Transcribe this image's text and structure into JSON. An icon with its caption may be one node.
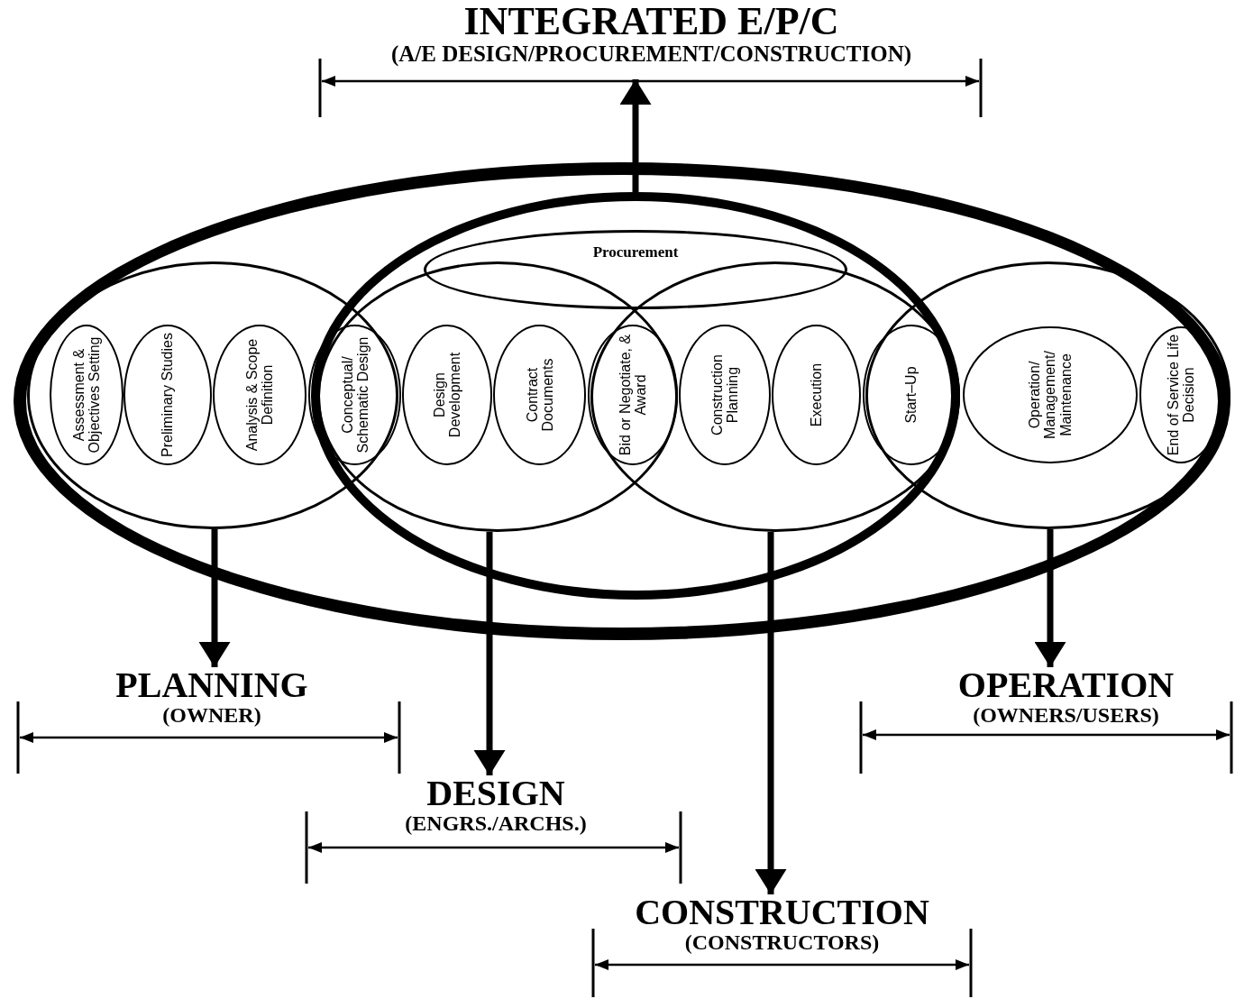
{
  "diagram": {
    "nodes": [
      {
        "text": [],
        "shape": "ellipse"
      },
      {
        "text": [],
        "shape": "ellipse",
        "in": 0
      },
      {
        "text": [
          "Procurement"
        ],
        "in": 1
      },
      {
        "text": [],
        "shape": "ellipse",
        "in": 0
      },
      {
        "text": [],
        "shape": "ellipse",
        "in": 1
      },
      {
        "text": [],
        "shape": "ellipse",
        "in": 1
      },
      {
        "text": [],
        "shape": "ellipse",
        "in": 0
      },
      {
        "text": [
          "Assessment & Objectives Setting"
        ],
        "in": 3
      },
      {
        "text": [
          "Preliminary Studies"
        ],
        "in": 3
      },
      {
        "text": [
          "Analysis & Scope Definition"
        ],
        "in": 3
      },
      {
        "text": [
          "Conceptual/ Schematic Design"
        ]
      },
      {
        "text": [
          "Design Development"
        ],
        "in": 4
      },
      {
        "text": [
          "Contract Documents"
        ],
        "in": 4
      },
      {
        "text": [
          "Bid or Negotiate, & Award"
        ]
      },
      {
        "text": [
          "Construction Planning"
        ],
        "in": 5
      },
      {
        "text": [
          "Execution"
        ],
        "in": 5
      },
      {
        "text": [
          "Start–Up"
        ]
      },
      {
        "text": [
          "Operation/ Management/ Maintenance"
        ],
        "in": 6
      },
      {
        "text": [
          "End of Service Life Decision"
        ],
        "in": 6
      },
      {
        "text": [
          "INTEGRATED E/P/C",
          "(A/E DESIGN/PROCUREMENT/CONSTRUCTION)"
        ]
      },
      {
        "text": [
          "PLANNING",
          "(OWNER)"
        ]
      },
      {
        "text": [
          "DESIGN",
          "(ENGRS./ARCHS.)"
        ]
      },
      {
        "text": [
          "CONSTRUCTION",
          "(CONSTRUCTORS)"
        ]
      },
      {
        "text": [
          "OPERATION",
          "(OWNERS/USERS)"
        ]
      }
    ],
    "edges": [
      {
        "from": 1,
        "to": 19,
        "arrow": "to"
      },
      {
        "from": 3,
        "to": 20,
        "arrow": "to"
      },
      {
        "from": 4,
        "to": 21,
        "arrow": "to"
      },
      {
        "from": 5,
        "to": 22,
        "arrow": "to"
      },
      {
        "from": 6,
        "to": 23,
        "arrow": "to"
      }
    ]
  }
}
